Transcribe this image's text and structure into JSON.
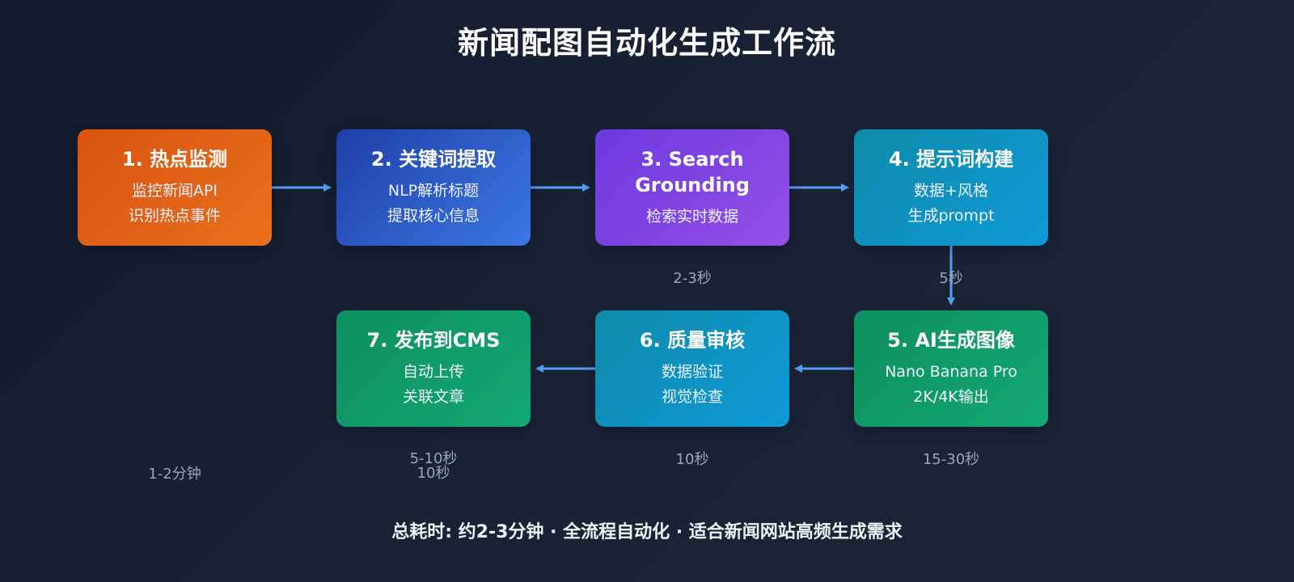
{
  "title": "新闻配图自动化生成工作流",
  "colors": {
    "arrow": "#5b9cf0",
    "step1": "#e0601a",
    "step2": "#2c5ec8",
    "step3": "#8446e3",
    "step4": "#0e93c4",
    "step5": "#109c69",
    "step6": "#0e93c4",
    "step7": "#109c69",
    "time_text": "#9aa6bb"
  },
  "steps": [
    {
      "title": "1. 热点监测",
      "lines": [
        "监控新闻API",
        "识别热点事件"
      ],
      "time": "1-2分钟"
    },
    {
      "title": "2. 关键词提取",
      "lines": [
        "NLP解析标题",
        "提取核心信息"
      ],
      "time": ""
    },
    {
      "title": "3. Search\nGrounding",
      "lines": [
        "检索实时数据"
      ],
      "time": "2-3秒"
    },
    {
      "title": "4. 提示词构建",
      "lines": [
        "数据+风格",
        "生成prompt"
      ],
      "time": "5秒"
    },
    {
      "title": "5. AI生成图像",
      "lines": [
        "Nano Banana Pro",
        "2K/4K输出"
      ],
      "time": "15-30秒"
    },
    {
      "title": "6. 质量审核",
      "lines": [
        "数据验证",
        "视觉检查"
      ],
      "time": "10秒"
    },
    {
      "title": "7. 发布到CMS",
      "lines": [
        "自动上传",
        "关联文章"
      ],
      "time": "5-10秒\n10秒"
    }
  ],
  "footer": "总耗时: 约2-3分钟 · 全流程自动化 · 适合新闻网站高频生成需求"
}
